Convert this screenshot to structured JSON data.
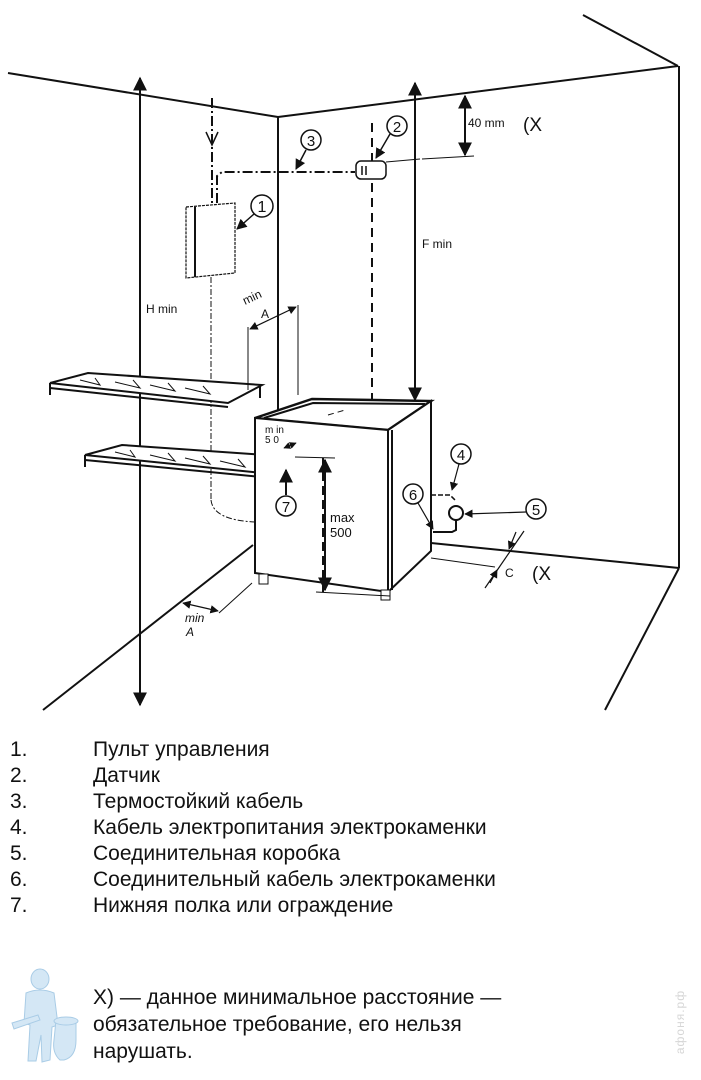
{
  "diagram": {
    "title": "Схема установки электрокаменки и пульта управления",
    "dimension_labels": {
      "h_min": "H min",
      "f_min": "F  min",
      "top_clearance": "40 mm",
      "top_clearance_mark": "(X",
      "min_a_upper_1": "min",
      "min_a_upper_2": "A",
      "min_50_1": "m in",
      "min_50_2": "5 0",
      "max_500_1": "max",
      "max_500_2": "500",
      "min_a_lower_1": "min",
      "min_a_lower_2": "A",
      "c_label": "C",
      "c_mark": "(X"
    },
    "callouts": [
      "1",
      "2",
      "3",
      "4",
      "5",
      "6",
      "7"
    ]
  },
  "legend": [
    {
      "num": "1.",
      "text": "Пульт управления"
    },
    {
      "num": "2.",
      "text": "Датчик"
    },
    {
      "num": "3.",
      "text": "Термостойкий кабель"
    },
    {
      "num": "4.",
      "text": "Кабель электропитания электрокаменки"
    },
    {
      "num": "5.",
      "text": "Соединительная коробка"
    },
    {
      "num": "6.",
      "text": "Соединительный кабель электрокаменки"
    },
    {
      "num": "7.",
      "text": "Нижняя полка или ограждение"
    }
  ],
  "note": {
    "line1": "X) — данное минимальное расстояние —",
    "line2": "обязательное требование, его нельзя",
    "line3": "нарушать."
  },
  "mascot_icon": "plumber-mascot-icon",
  "watermark": "афоня.рф",
  "colors": {
    "ink": "#111111",
    "mascot": "#bcd9ee",
    "watermark": "#d6d6d6"
  }
}
